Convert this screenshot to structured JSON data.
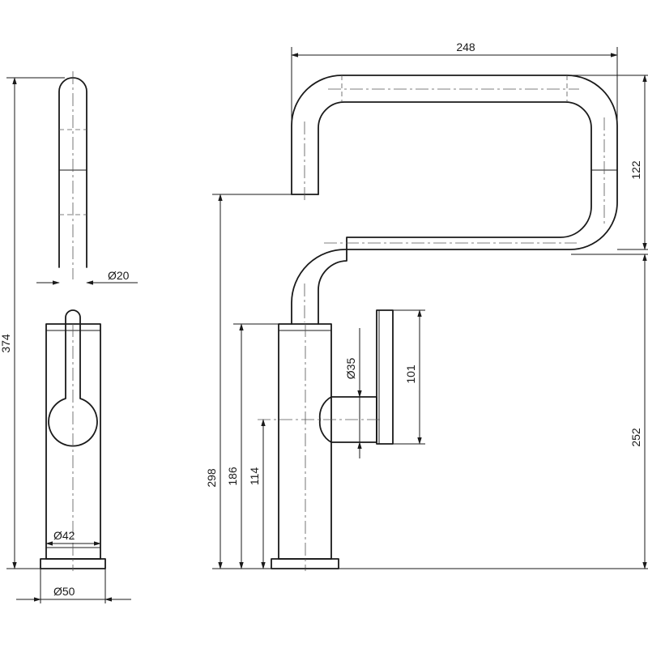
{
  "dimensions": {
    "overall_height": "374",
    "spout_diameter": "Ø20",
    "body_diameter": "Ø42",
    "base_diameter": "Ø50",
    "spout_reach": "248",
    "spout_upper_height": "122",
    "spout_outlet_height": "252",
    "lower_spout_height": "298",
    "body_height": "186",
    "lever_axis_height": "114",
    "lever_diameter": "Ø35",
    "lever_length": "101"
  }
}
